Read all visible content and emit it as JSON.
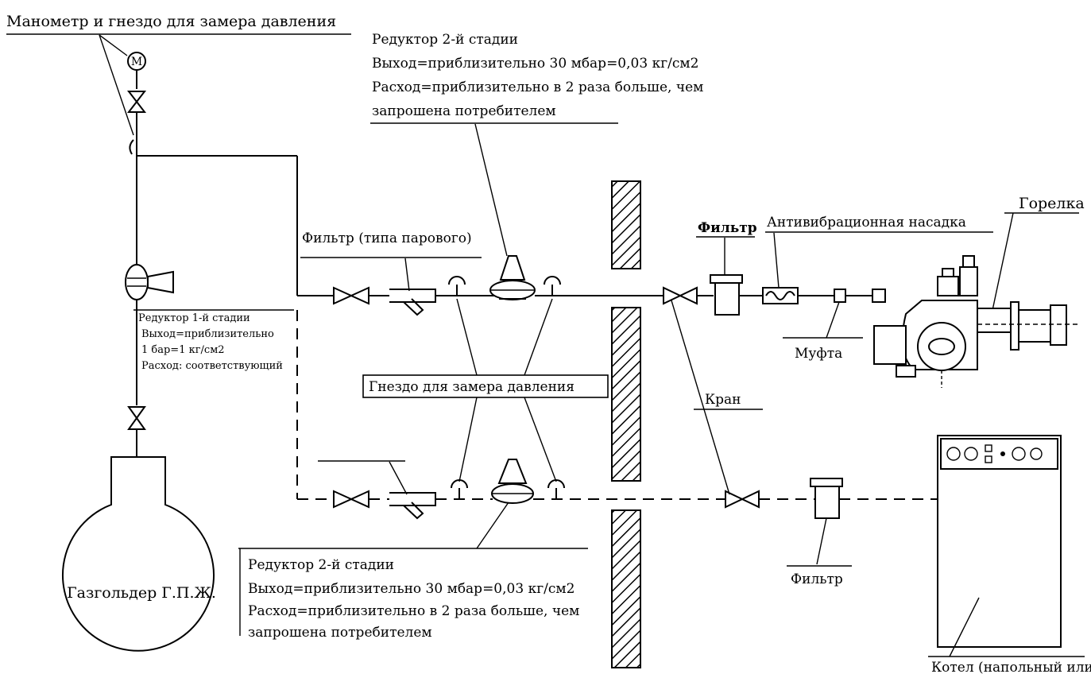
{
  "labels": {
    "manometer": "Манометр и гнездо для замера давления",
    "reducer2_top": [
      "Редуктор 2-й стадии",
      "Выход=приблизительно 30 мбар=0,03 кг/см2",
      "Расход=приблизительно в 2 раза больше, чем",
      "запрошена потребителем"
    ],
    "reducer1": [
      "Редуктор 1-й стадии",
      "Выход=приблизительно",
      "1 бар=1 кг/см2",
      "Расход: соответствующий"
    ],
    "filter_steam": "Фильтр (типа парового)",
    "pressure_socket": "Гнездо для замера давления",
    "filter_top": "Фильтр",
    "antivibration": "Антивибрационная насадка",
    "burner": "Горелка",
    "coupling": "Муфта",
    "valve": "Кран",
    "gasholder": "Газгольдер Г.П.Ж.",
    "reducer2_bottom": [
      "Редуктор 2-й стадии",
      "Выход=приблизительно 30 мбар=0,03 кг/см2",
      "Расход=приблизительно в 2 раза больше, чем",
      "запрошена потребителем"
    ],
    "filter_bottom": "Фильтр",
    "boiler": "Котел (напольный или настенный)",
    "manometer_symbol": "M"
  },
  "icons": {
    "manometer": "gauge-icon",
    "valve": "gate-valve-icon",
    "filter": "y-strainer-icon",
    "reducer": "pressure-regulator-icon",
    "socket": "pressure-tap-icon",
    "wall": "hatched-wall-icon",
    "burner": "gas-burner-icon",
    "boiler": "boiler-icon"
  }
}
